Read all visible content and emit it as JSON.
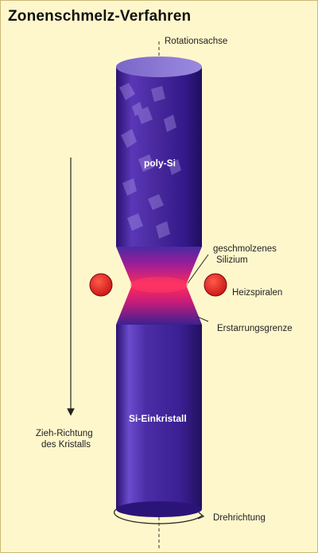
{
  "title": "Zonenschmelz-Verfahren",
  "labels": {
    "rotation_axis": "Rotationsachse",
    "poly_si": "poly-Si",
    "molten_line1": "geschmolzenes",
    "molten_line2": "Silizium",
    "heating_coils": "Heizspiralen",
    "solidification_boundary": "Erstarrungsgrenze",
    "pull_direction_line1": "Zieh-Richtung",
    "pull_direction_line2": "des Kristalls",
    "single_crystal": "Si-Einkristall",
    "rotation_direction": "Drehrichtung"
  },
  "colors": {
    "background": "#fff7cc",
    "rod": "#4a2a9a",
    "molten_zone": "#ff1f5a",
    "heater": "#d81e1e"
  }
}
